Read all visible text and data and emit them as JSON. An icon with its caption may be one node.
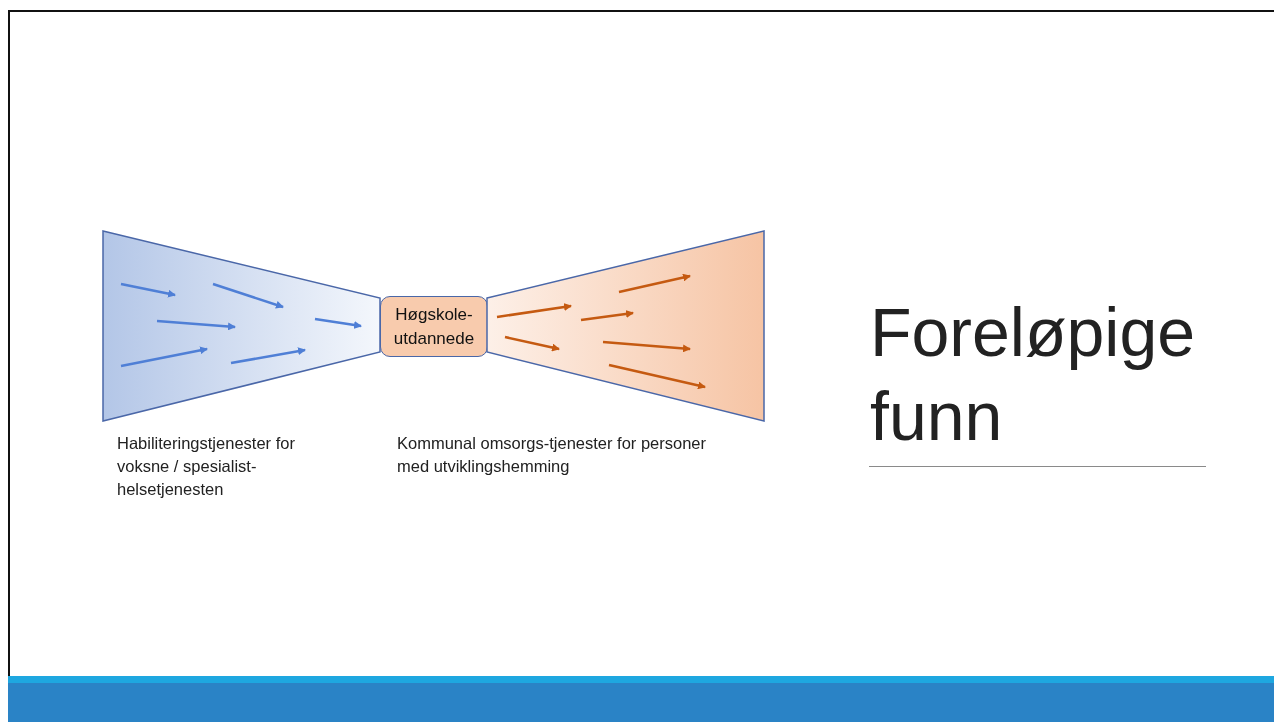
{
  "diagram": {
    "title": "Foreløpige funn",
    "nodes": [
      {
        "text": [
          "Habiliteringstjenester for voksne / spesialist-helsetjenesten"
        ]
      },
      {
        "text": [
          "Høgskole-utdannede"
        ]
      },
      {
        "text": [
          "Kommunal omsorgs-tjenester for personer med utviklingshemming"
        ]
      }
    ]
  }
}
